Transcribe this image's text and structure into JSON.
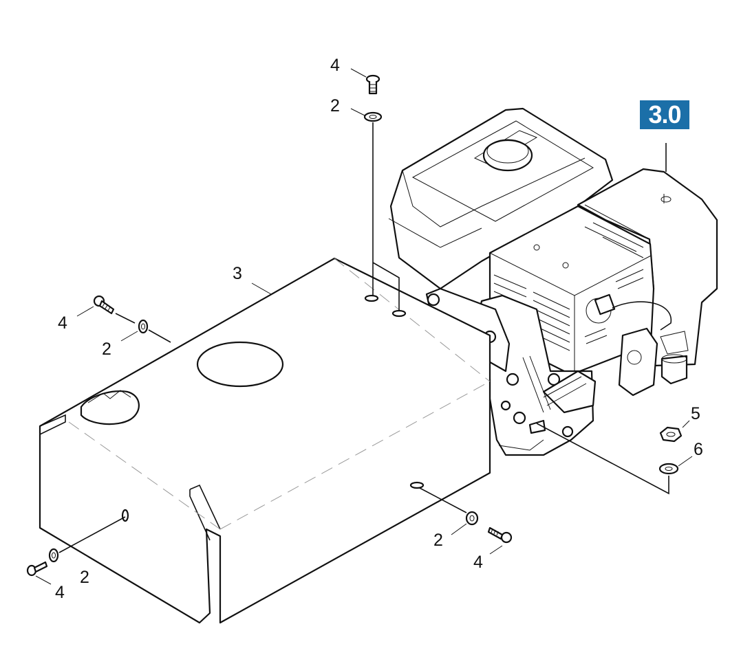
{
  "badge": {
    "label": "3.0",
    "color": "#1b6fa8"
  },
  "callouts": {
    "c4_top": "4",
    "c2_top": "2",
    "c3": "3",
    "c4_left": "4",
    "c2_left": "2",
    "c5": "5",
    "c6": "6",
    "c2_right": "2",
    "c4_right": "4",
    "c2_bottom": "2",
    "c4_bottom": "4"
  }
}
